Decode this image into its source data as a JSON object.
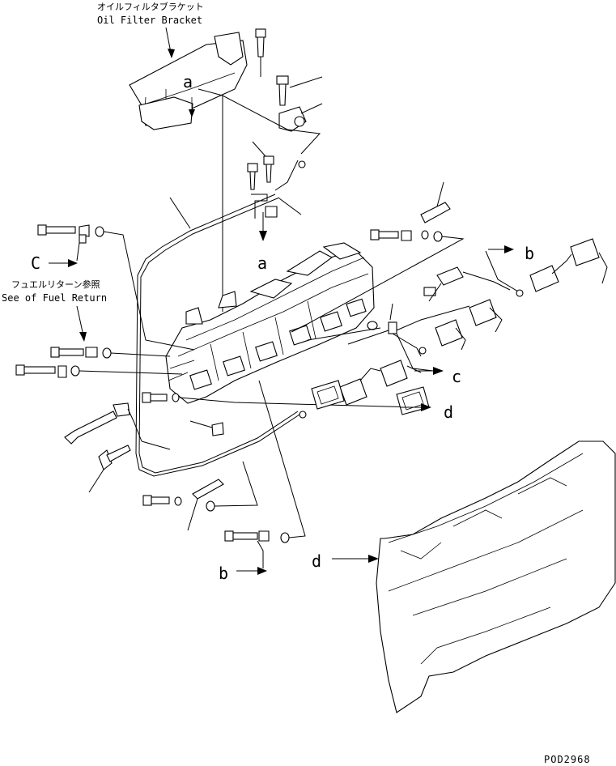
{
  "callouts": {
    "oil_filter_bracket_jp": "オイルフィルタブラケット",
    "oil_filter_bracket_en": "Oil Filter Bracket",
    "fuel_return_jp": "フュエルリターン参照",
    "fuel_return_en": "See of Fuel Return"
  },
  "letters": {
    "a_top": "a",
    "a_mid": "a",
    "b_right": "b",
    "b_bottom": "b",
    "c_left": "C",
    "c_right": "c",
    "d_right": "d",
    "d_engine": "d"
  },
  "drawing_code": "POD2968"
}
